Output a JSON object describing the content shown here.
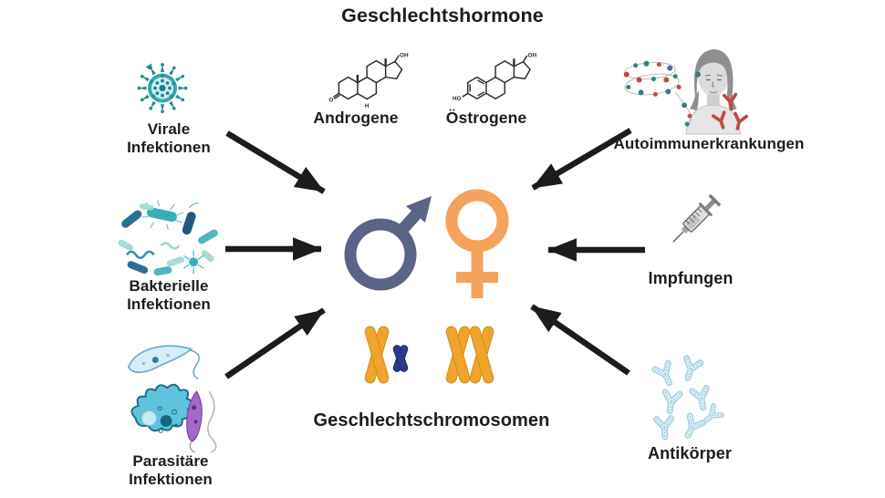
{
  "title": "Geschlechtshormone",
  "hormones": {
    "androgene": {
      "label": "Androgene",
      "atom_oh": "OH",
      "atom_o": "O",
      "atom_h": "H"
    },
    "oestrogene": {
      "label": "Östrogene",
      "atom_oh": "OH",
      "atom_ho": "HO"
    }
  },
  "factors_left": [
    {
      "label": "Virale\nInfektionen",
      "icon": "virus-icon"
    },
    {
      "label": "Bakterielle\nInfektionen",
      "icon": "bacteria-icon"
    },
    {
      "label": "Parasitäre\nInfektionen",
      "icon": "parasites-icon"
    }
  ],
  "factors_right": [
    {
      "label": "Autoimmunerkrankungen",
      "icon": "autoimmune-icon"
    },
    {
      "label": "Impfungen",
      "icon": "syringe-icon"
    },
    {
      "label": "Antikörper",
      "icon": "antibodies-icon"
    }
  ],
  "chromosomes": {
    "label": "Geschlechtschromosomen"
  },
  "center": {
    "male_symbol": "male",
    "female_symbol": "female"
  },
  "arrows": [
    {
      "from": "Virale Infektionen",
      "to": "center"
    },
    {
      "from": "Bakterielle Infektionen",
      "to": "center"
    },
    {
      "from": "Parasitäre Infektionen",
      "to": "center"
    },
    {
      "from": "Autoimmunerkrankungen",
      "to": "center"
    },
    {
      "from": "Impfungen",
      "to": "center"
    },
    {
      "from": "Antikörper",
      "to": "center"
    }
  ],
  "colors": {
    "male": "#5a6486",
    "female": "#f5a35c",
    "arrow": "#1c1c1c",
    "chromosome_x": "#f0a42c",
    "chromosome_y": "#2b3a8c",
    "virus_teal": "#2fa3ad",
    "antibody_red": "#bf4a44",
    "antibody_blue": "#b9dde9"
  }
}
